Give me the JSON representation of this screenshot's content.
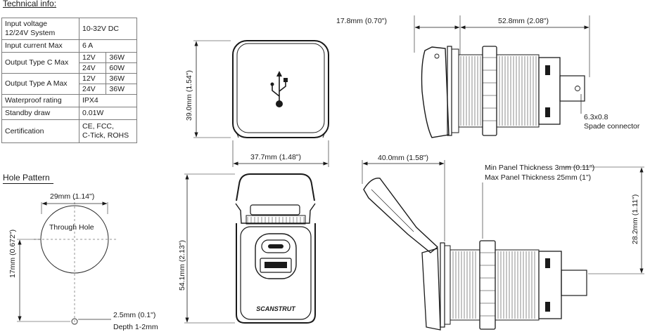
{
  "section_titles": {
    "technical_info": "Technical info:",
    "hole_pattern": "Hole Pattern"
  },
  "spec_table": {
    "input_voltage": {
      "label_line1": "Input voltage",
      "label_line2": "12/24V System",
      "value": "10-32V DC"
    },
    "input_current": {
      "label": "Input current Max",
      "value": "6 A"
    },
    "output_type_c": {
      "label": "Output Type C Max",
      "rows": [
        {
          "voltage": "12V",
          "watts": "36W"
        },
        {
          "voltage": "24V",
          "watts": "60W"
        }
      ]
    },
    "output_type_a": {
      "label": "Output Type A Max",
      "rows": [
        {
          "voltage": "12V",
          "watts": "36W"
        },
        {
          "voltage": "24V",
          "watts": "36W"
        }
      ]
    },
    "waterproof": {
      "label": "Waterproof rating",
      "value": "IPX4"
    },
    "standby": {
      "label": "Standby draw",
      "value": "0.01W"
    },
    "certification": {
      "label": "Certification",
      "value_line1": "CE, FCC,",
      "value_line2": "C-Tick, ROHS"
    }
  },
  "hole_pattern": {
    "width": "29mm (1.14\")",
    "through_hole": "Through Hole",
    "height": "17mm (0.672\")",
    "small_hole": "2.5mm  (0.1\")",
    "depth": "Depth 1-2mm"
  },
  "front_view": {
    "height": "39.0mm  (1.54\")",
    "width": "37.7mm  (1.48\")"
  },
  "open_view": {
    "height": "54.1mm  (2.13\")",
    "brand": "SCANSTRUT"
  },
  "side_view": {
    "front_depth": "17.8mm  (0.70\")",
    "rear_depth": "52.8mm  (2.08\")",
    "spade_size": "6.3x0.8",
    "spade_label": "Spade connector"
  },
  "side_open_view": {
    "lid_depth": "40.0mm  (1.58\")",
    "min_panel": "Min Panel Thickness 3mm (0.11\")",
    "max_panel": "Max Panel Thickness 25mm (1\")",
    "height": "28.2mm  (1.11\")"
  }
}
